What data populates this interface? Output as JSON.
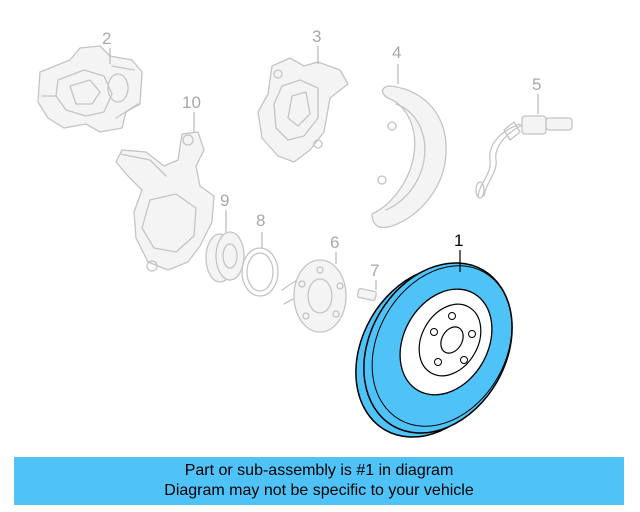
{
  "diagram": {
    "highlight_color": "#4fc3f7",
    "parts": [
      {
        "number": "1",
        "name": "brake-rotor",
        "highlighted": true
      },
      {
        "number": "2",
        "name": "caliper",
        "highlighted": false
      },
      {
        "number": "3",
        "name": "caliper-bracket",
        "highlighted": false
      },
      {
        "number": "4",
        "name": "splash-shield",
        "highlighted": false
      },
      {
        "number": "5",
        "name": "abs-sensor",
        "highlighted": false
      },
      {
        "number": "6",
        "name": "hub",
        "highlighted": false
      },
      {
        "number": "7",
        "name": "wheel-stud",
        "highlighted": false
      },
      {
        "number": "8",
        "name": "snap-ring",
        "highlighted": false
      },
      {
        "number": "9",
        "name": "bearing",
        "highlighted": false
      },
      {
        "number": "10",
        "name": "steering-knuckle",
        "highlighted": false
      }
    ]
  },
  "caption": {
    "line1": "Part or sub-assembly is #1 in diagram",
    "line2": "Diagram may not be specific to your vehicle"
  }
}
